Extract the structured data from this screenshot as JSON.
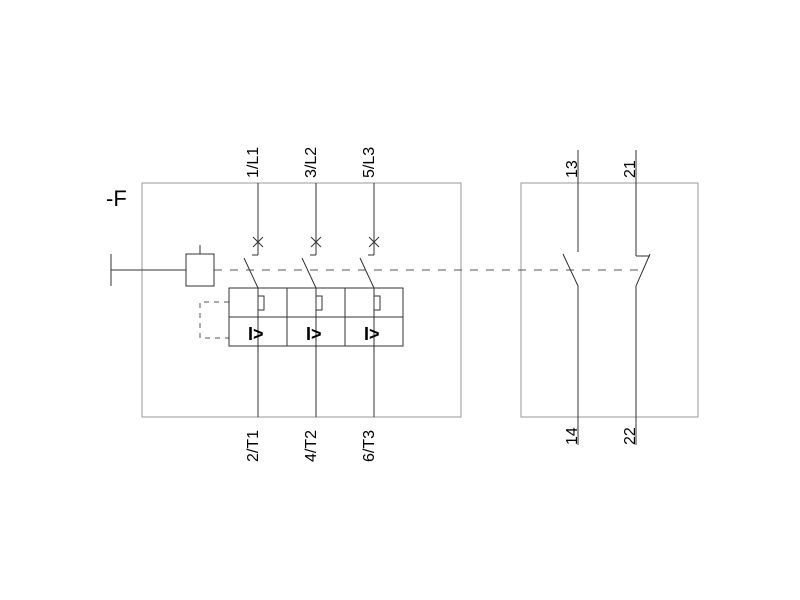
{
  "designation": "-F",
  "main_terminals": {
    "top": [
      "1/L1",
      "3/L2",
      "5/L3"
    ],
    "bottom": [
      "2/T1",
      "4/T2",
      "6/T3"
    ]
  },
  "aux_terminals": {
    "top": [
      "13",
      "21"
    ],
    "bottom": [
      "14",
      "22"
    ]
  },
  "overcurrent_symbol": "I>",
  "colors": {
    "frame": "#999999",
    "lines": "#333333",
    "dashed": "#555555"
  }
}
